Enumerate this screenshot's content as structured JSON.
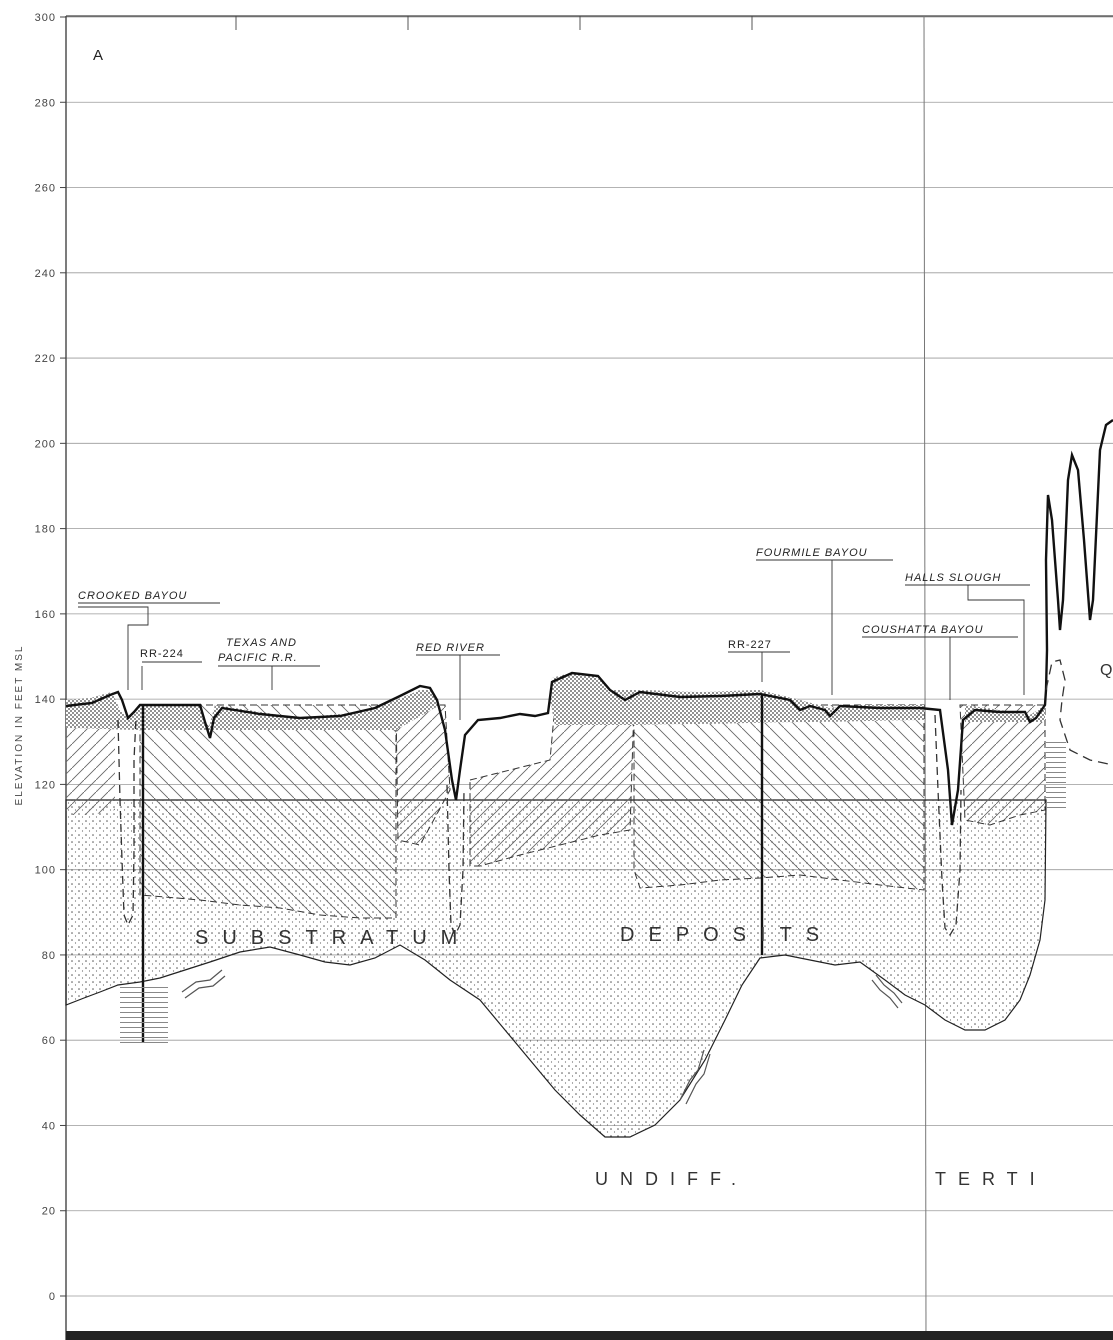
{
  "panel_label": "A",
  "y_axis": {
    "label": "ELEVATION IN FEET MSL",
    "range": [
      0,
      300
    ],
    "ticks": [
      {
        "value": 300,
        "label": "300"
      },
      {
        "value": 280,
        "label": "280"
      },
      {
        "value": 260,
        "label": "260"
      },
      {
        "value": 240,
        "label": "240"
      },
      {
        "value": 220,
        "label": "220"
      },
      {
        "value": 200,
        "label": "200"
      },
      {
        "value": 180,
        "label": "180"
      },
      {
        "value": 160,
        "label": "160"
      },
      {
        "value": 140,
        "label": "140"
      },
      {
        "value": 120,
        "label": "120"
      },
      {
        "value": 100,
        "label": "100"
      },
      {
        "value": 80,
        "label": "80"
      },
      {
        "value": 60,
        "label": "60"
      },
      {
        "value": 40,
        "label": "40"
      },
      {
        "value": 20,
        "label": "20"
      },
      {
        "value": 0,
        "label": "0"
      }
    ]
  },
  "features": {
    "crooked_bayou": "CROOKED BAYOU",
    "rr_224": "RR-224",
    "texas_pacific_1": "TEXAS AND",
    "texas_pacific_2": "PACIFIC R.R.",
    "red_river": "RED RIVER",
    "rr_227": "RR-227",
    "fourmile_bayou": "FOURMILE BAYOU",
    "halls_slough": "HALLS SLOUGH",
    "coushatta_bayou": "COUSHATTA BAYOU"
  },
  "units": {
    "substratum": "SUBSTRATUM",
    "deposits": "DEPOSITS",
    "undiff": "UNDIFF.",
    "tertiary_partial": "TERTI",
    "q_partial": "Q"
  },
  "colors": {
    "line": "#222222",
    "grid": "#9a9a9a",
    "stipple": "#555555"
  }
}
